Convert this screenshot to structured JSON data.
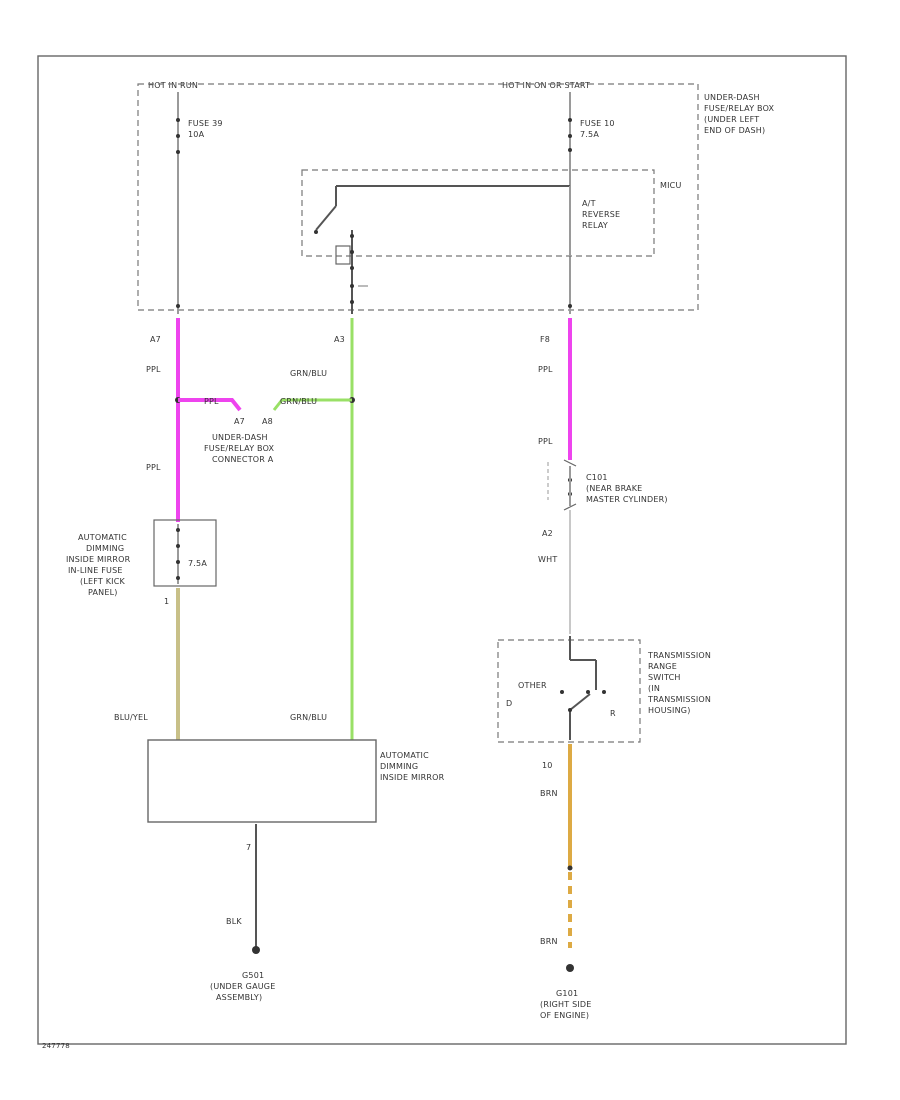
{
  "colors": {
    "ppl": "#ee44ee",
    "grn_blu": "#99e066",
    "blu_yel": "#c8c088",
    "brn": "#ddaa44",
    "wht": "#c8c8c8",
    "frame": "#666666"
  },
  "top_labels": {
    "hot_in_run": "HOT IN RUN",
    "hot_in_on_start": "HOT IN ON OR START"
  },
  "fuse_box": {
    "label": [
      "UNDER-DASH",
      "FUSE/RELAY BOX",
      "(UNDER LEFT",
      "END OF DASH)"
    ],
    "fuse_left": [
      "FUSE 39",
      "10A"
    ],
    "fuse_right": [
      "FUSE 10",
      "7.5A"
    ],
    "relay_box": "MICU",
    "relay_label": [
      "A/T",
      "REVERSE",
      "RELAY"
    ],
    "pin_left": "A7",
    "pin_mid": "A3",
    "pin_right": "F8"
  },
  "wires": {
    "ppl_left": "PPL",
    "ppl_left_lower": "PPL",
    "ppl_right": "PPL",
    "ppl_right_lower": "PPL",
    "grn_blu_top": "GRN/BLU",
    "grn_blu_bottom": "GRN/BLU",
    "ppl_jumper": "PPL",
    "grn_blu_jumper": "GRN/BLU",
    "blu_yel": "BLU/YEL",
    "wht": "WHT",
    "brn_top": "BRN",
    "brn_bottom": "BRN",
    "blk": "BLK"
  },
  "connector_a": {
    "pin_left": "A7",
    "pin_right": "A8",
    "label": [
      "UNDER-DASH",
      "FUSE/RELAY BOX",
      "CONNECTOR A"
    ]
  },
  "inline_fuse": {
    "label": [
      "AUTOMATIC",
      "DIMMING",
      "INSIDE MIRROR",
      "IN-LINE FUSE",
      "(LEFT KICK",
      "PANEL)"
    ],
    "rating": "7.5A",
    "pin": "1"
  },
  "c101": {
    "pin_top": "",
    "pin_bottom": "A2",
    "label": [
      "C101",
      "(NEAR BRAKE",
      "MASTER CYLINDER)"
    ]
  },
  "mirror": {
    "label": [
      "AUTOMATIC",
      "DIMMING",
      "INSIDE MIRROR"
    ],
    "pin_bottom": "7"
  },
  "range_switch": {
    "label": [
      "TRANSMISSION",
      "RANGE",
      "SWITCH",
      "(IN",
      "TRANSMISSION",
      "HOUSING)"
    ],
    "pos_other": "OTHER",
    "pos_r": "R",
    "pos_d": "D",
    "pin_top": "",
    "pin_bottom": "10"
  },
  "ground_left": {
    "label": [
      "G501",
      "(UNDER GAUGE",
      "ASSEMBLY)"
    ]
  },
  "ground_right": {
    "label": [
      "G101",
      "(RIGHT SIDE",
      "OF ENGINE)"
    ]
  },
  "footer_id": "247778"
}
